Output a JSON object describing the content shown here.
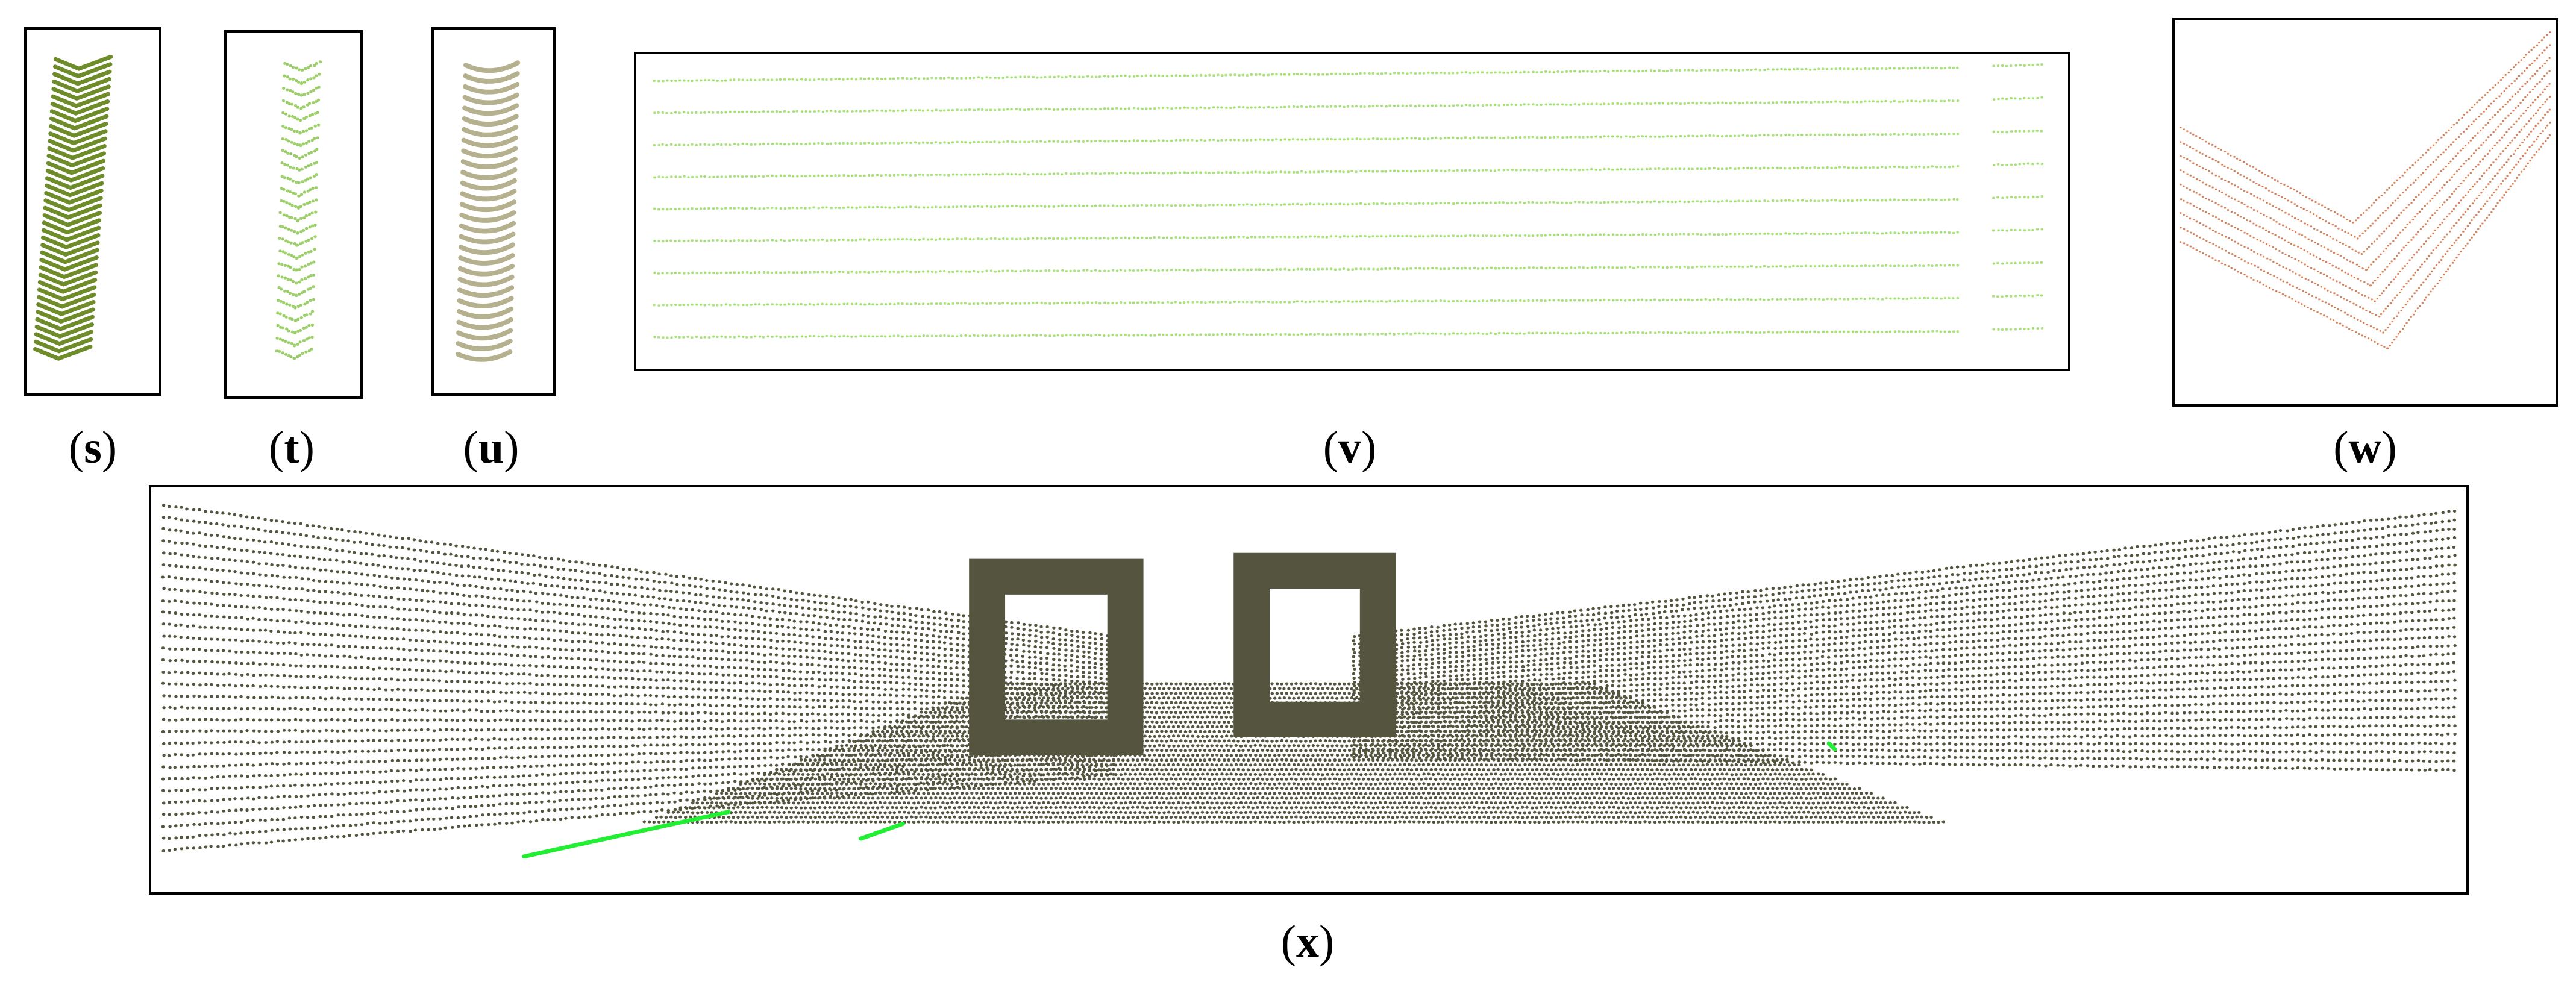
{
  "figure": {
    "panels": [
      {
        "id": "s",
        "caption_letter": "s",
        "point_color": "#6e8c2a"
      },
      {
        "id": "t",
        "caption_letter": "t",
        "point_color": "#9ccf6a"
      },
      {
        "id": "u",
        "caption_letter": "u",
        "point_color": "#b5b08e"
      },
      {
        "id": "v",
        "caption_letter": "v",
        "point_color": "#a8e07a"
      },
      {
        "id": "w",
        "caption_letter": "w",
        "point_color": "#d9825a"
      },
      {
        "id": "x",
        "caption_letter": "x",
        "point_color": "#55553f",
        "highlight_color": "#22ee33"
      }
    ]
  }
}
